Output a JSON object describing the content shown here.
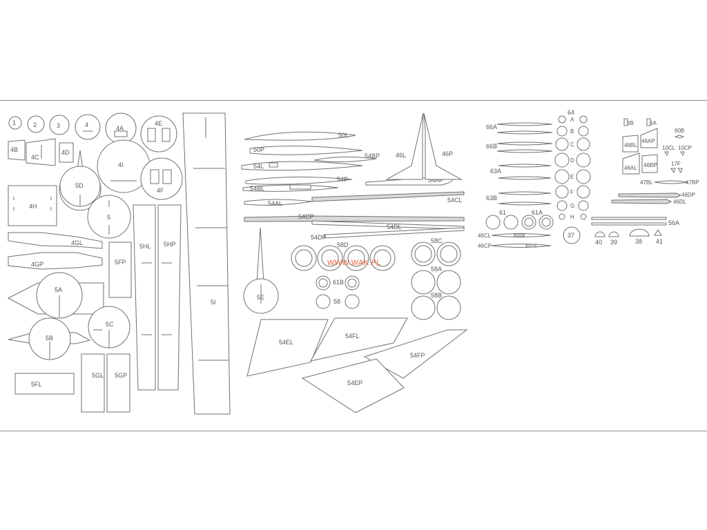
{
  "watermark": "WWW.WAK.PL",
  "colors": {
    "line": "#6f6f6f",
    "label": "#555555",
    "watermark": "#e8643c",
    "frame": "#8a8a8a",
    "fill": "#d9d9d9"
  },
  "labels": {
    "p1": "1",
    "p2": "2",
    "p3": "3",
    "p4": "4",
    "p4A": "4A",
    "p4E": "4E",
    "p4B": "4B",
    "p4C": "4C",
    "p4D": "4D",
    "p4I": "4I",
    "p4F": "4F",
    "p4H": "4H",
    "p5D": "5D",
    "p5": "5",
    "p4GL": "4GL",
    "p4GP": "4GP",
    "p5FP": "5FP",
    "p5HL": "5HL",
    "p5HP": "5HP",
    "p5A": "5A",
    "p5C": "5C",
    "p5B": "5B",
    "p5FL": "5FL",
    "p5GL": "5GL",
    "p5GP": "5GP",
    "p5I": "5I",
    "p50L": "50L",
    "p50P": "50P",
    "p54BP": "54BP",
    "p54L": "54L",
    "p54P": "54P",
    "p54BL": "54BL",
    "p54AL": "54AL",
    "p54AP": "54AP",
    "p54CL": "54CL",
    "p54CP": "54CP",
    "p54DL": "54DL",
    "p54DP": "54DP",
    "p46L": "46L",
    "p46P": "46P",
    "p58D": "58D",
    "p58C": "58C",
    "p58A": "58A",
    "p58B": "58B",
    "p61B": "61B",
    "p58": "58",
    "p5E": "5E",
    "p54EL": "54EL",
    "p54FL": "54FL",
    "p54FP": "54FP",
    "p54EP": "54EP",
    "p66A": "66A",
    "p66B": "66B",
    "p63A": "63A",
    "p63B": "63B",
    "p61": "61",
    "p61A": "61A",
    "p46CL": "46CL",
    "p46CP": "46CP",
    "p64": "64",
    "pA": "A",
    "pB": "B",
    "pC": "C",
    "pD": "D",
    "pE": "E",
    "pF": "F",
    "pG": "G",
    "pH": "H",
    "p37": "37",
    "p6B": "6B",
    "p6A": "6A",
    "p60B": "60B",
    "p46BL": "46BL",
    "p46AP": "46AP",
    "p10CL": "10CL",
    "p10CP": "10CP",
    "p46AL": "46AL",
    "p46BP": "46BP",
    "p17F": "17F",
    "p47BL": "47BL",
    "p47BP": "47BP",
    "p46DP": "46DP",
    "p46DL": "46DL",
    "p56A": "56A",
    "p40": "40",
    "p39": "39",
    "p38": "38",
    "p41": "41"
  }
}
